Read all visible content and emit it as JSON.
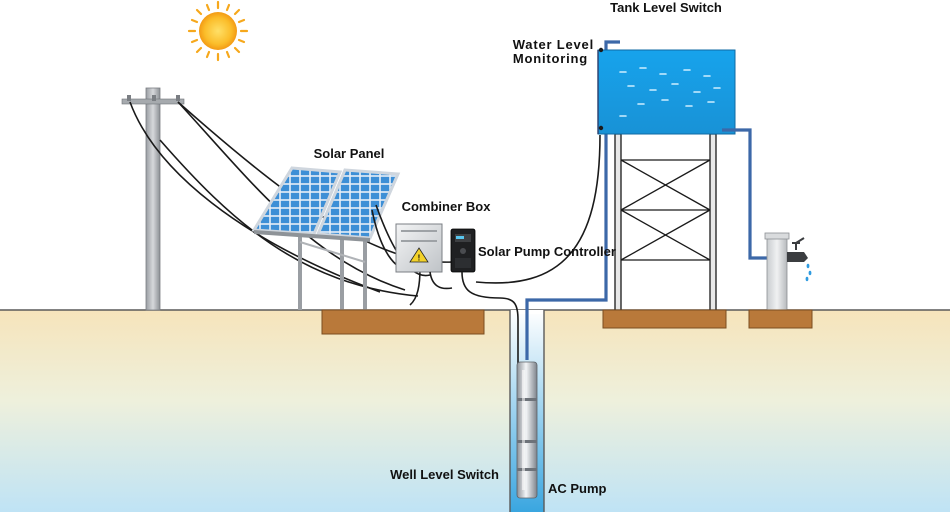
{
  "labels": {
    "tank_level_switch": "Tank Level Switch",
    "water_level_monitoring_line1": "Water Level",
    "water_level_monitoring_line2": "Monitoring",
    "solar_panel": "Solar Panel",
    "combiner_box": "Combiner Box",
    "solar_pump_controller": "Solar Pump Controller",
    "well_level_switch": "Well Level Switch",
    "ac_pump": "AC Pump"
  },
  "icons": [
    "sun-icon",
    "utility-pole-icon",
    "solar-panel-icon",
    "combiner-box-icon",
    "pump-controller-icon",
    "water-tank-icon",
    "water-tap-icon",
    "submersible-pump-icon"
  ],
  "colors": {
    "water": "#1d9fe3",
    "pipe": "#3c68a8",
    "ground_top": "#f4e2b8",
    "foundation": "#b9793a",
    "cable": "#1a1a1a",
    "sun": "#f6a81c",
    "panel_cell": "#3d8fd6"
  }
}
